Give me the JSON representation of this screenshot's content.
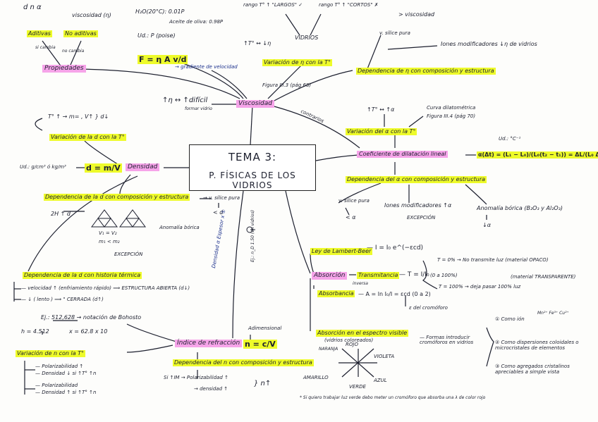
{
  "colors": {
    "highlight_yellow": "#eefb2a",
    "highlight_pink": "#f6a4e9",
    "ink": "#1c1f2e",
    "blue_ink": "#1a2f8c"
  },
  "central": {
    "line1": "TEMA 3:",
    "line2": "P. FÍSICAS DE LOS VIDRIOS"
  },
  "texts": {
    "dnalpha": "d  n  α",
    "viscosidad_eta": "viscosidad (η)",
    "aditivas": "Aditivas",
    "no_aditivas": "No aditivas",
    "si_cambia": "si cambia",
    "no_cambia": "no cambia",
    "propiedades": "Propiedades",
    "h2o": "H₂O(20°C): 0.01P",
    "aceite": "Aceite de oliva: 0.98P",
    "ud_eta": "Ud.: P (poise)",
    "f_formula": "F = η A v/d",
    "gradiente": "→ gradiente de velocidad",
    "rango_t_largos": "rango T° ↑  \"LARGOS\" ✓",
    "rango_t_cortos": "rango T° ↑  \"CORTOS\" ✗",
    "vidrios": "VIDRIOS",
    "mas_visc": "> viscosidad",
    "si_puro": "v. sílice pura",
    "iones": "Iones modificadores ↓η de vidrios",
    "t_eta": "↑T° ↔ ↓η",
    "var_eta_t": "Variación de η con la T°",
    "dep_eta_comp": "Dependencia de η con composición y estructura",
    "figura_iii3": "Figura III.3 (pág 68)",
    "eta_dificil": "↑η ↔ ↑difícil",
    "formar_vidrio": "formar vidrio",
    "viscosidad": "Viscosidad",
    "contrarios": "contrarios",
    "t_alpha": "↑T° ↔ ↑α",
    "curva": "Curva dilatométrica",
    "figura_iii4": "Figura III.4 (pág 70)",
    "var_alpha_t": "Variación del α con la T°",
    "ud_alpha": "Ud.: °C⁻¹",
    "coef_dil": "Coeficiente de dilatación lineal",
    "alpha_formula": "α(Δt) = (L₁ − L₀)/(L₀(t₂ − t₁)) = ΔL/(L₀ Δt)",
    "dep_alpha_comp": "Dependencia del α con composición y estructura",
    "vsilice_pura2": "v. sílice pura",
    "menos_alpha": "< α",
    "iones_mod_alpha": "Iones modificadores ↑α",
    "excepcion1": "EXCEPCIÓN",
    "anomalia_borica": "Anomalía bórica (B₂O₃ y Al₂O₃)",
    "down_alpha": "↓α",
    "t_up_m": "T° ↑  → m= , V↑ } d↓",
    "var_d_t": "Variación de la d con la T°",
    "ud_d": "Ud.: g/cm³ ó kg/m³",
    "d_formula": "d = m/V",
    "densidad": "Densidad",
    "dep_d_comp": "Dependencia de la d con composición y estructura",
    "vsilice_d": "→ v. sílice pura",
    "menos_d": "< d",
    "twoh_d": "2H ↑ d",
    "anomalia_borica2": "Anomalía bórica",
    "v1v2": "V₁  =  V₂",
    "m1m2": "m₁  <  m₂",
    "excepcion2": "EXCEPCIÓN",
    "dep_d_hist": "Dependencia de la d con historia térmica",
    "vel_up": "— velocidad ↑ (enfriamiento rápido) ⟹ ESTRUCTURA ABIERTA (d↓)",
    "vel_down": "— ↓  (   lento  ) ⟹   \"    CERRADA (d↑)",
    "ley_lambert": "Ley de Lambert-Beer",
    "lambert_formula": "— I = I₀ e^(−εcd)",
    "t0": "T = 0% → No transmite luz (material OPACO)",
    "t100": "T = 100% → deja pasar 100% luz",
    "transparente": "(material TRANSPARENTE)",
    "absorcion": "Absorción",
    "transmitancia": "Transmitancia",
    "t_formula": "— T = I/I₀",
    "pct": "(0 a 100%)",
    "inversa": "inversa",
    "absorbancia": "Absorbancia",
    "a_formula": "— A = ln I₀/I = εcd   (0 a 2)",
    "e_cromoforo": "ε del cromóforo",
    "espectro_visible": "Absorción en el espectro visible",
    "vidrios_coloreados": "(vidrios coloreados)",
    "formas": "— Formas introducir cromóforos en vidrios",
    "como_ion": "① Como ión",
    "ions_list": "Mn²⁺ Fe³⁺ Cu²⁺",
    "como_disp": "② Como dispersiones coloidales o microcristales de elementos",
    "como_agr": "③ Como agregados cristalinos apreciables a simple vista",
    "naranja": "NARANJA",
    "rojo": "ROJO",
    "violeta": "VIOLETA",
    "amarillo": "AMARILLO",
    "azul": "AZUL",
    "verde": "VERDE",
    "nota_color": "* Si quiero trabajar luz verde debo meter un cromóforo que absorba una λ de color rojo",
    "ej": "Ej.:  512,628 → notación de Bohosto",
    "h_value": "h = 4.512",
    "x_value": "x = 62.8 x 10",
    "var_n_t": "Variación de n con la T°",
    "polariz": "— Polarizabilidad ↑",
    "dens_up": "— Densidad ↓   si ↑T°  ↑n",
    "polariz2": "— Polarizabilidad",
    "dens_down": "— Densidad ↑   si ↑T°  ↑n",
    "indice": "Índice de refracción",
    "n_formula": "n = c/V",
    "adimensional": "Adimensional",
    "dep_n_comp": "Dependencia del n con composición y estructura",
    "si_im": "Si ↑IM → Polarizabilidad ↑",
    "densidad_up": "→ densidad ↑",
    "n_up": "} n↑",
    "densidad_vert": "Densidad α Espesor x ①",
    "ej_vert": "Ej.: n_D 1.50 (en vidrios)"
  }
}
